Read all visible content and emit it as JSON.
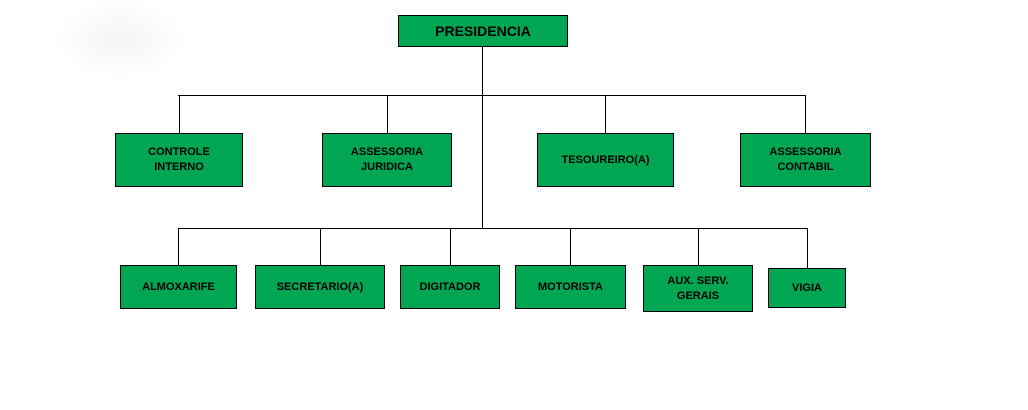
{
  "diagram": {
    "colors": {
      "box_fill": "#00a651",
      "box_border": "#000000",
      "line": "#000000",
      "text": "#000000"
    },
    "root": {
      "label": "PRESIDENCIA"
    },
    "level2": [
      {
        "label": "CONTROLE INTERNO"
      },
      {
        "label": "ASSESSORIA JURIDICA"
      },
      {
        "label": "TESOUREIRO(A)"
      },
      {
        "label": "ASSESSORIA CONTABIL"
      }
    ],
    "level3": [
      {
        "label": "ALMOXARIFE"
      },
      {
        "label": "SECRETARIO(A)"
      },
      {
        "label": "DIGITADOR"
      },
      {
        "label": "MOTORISTA"
      },
      {
        "label": "AUX. SERV. GERAIS"
      },
      {
        "label": "VIGIA"
      }
    ]
  }
}
